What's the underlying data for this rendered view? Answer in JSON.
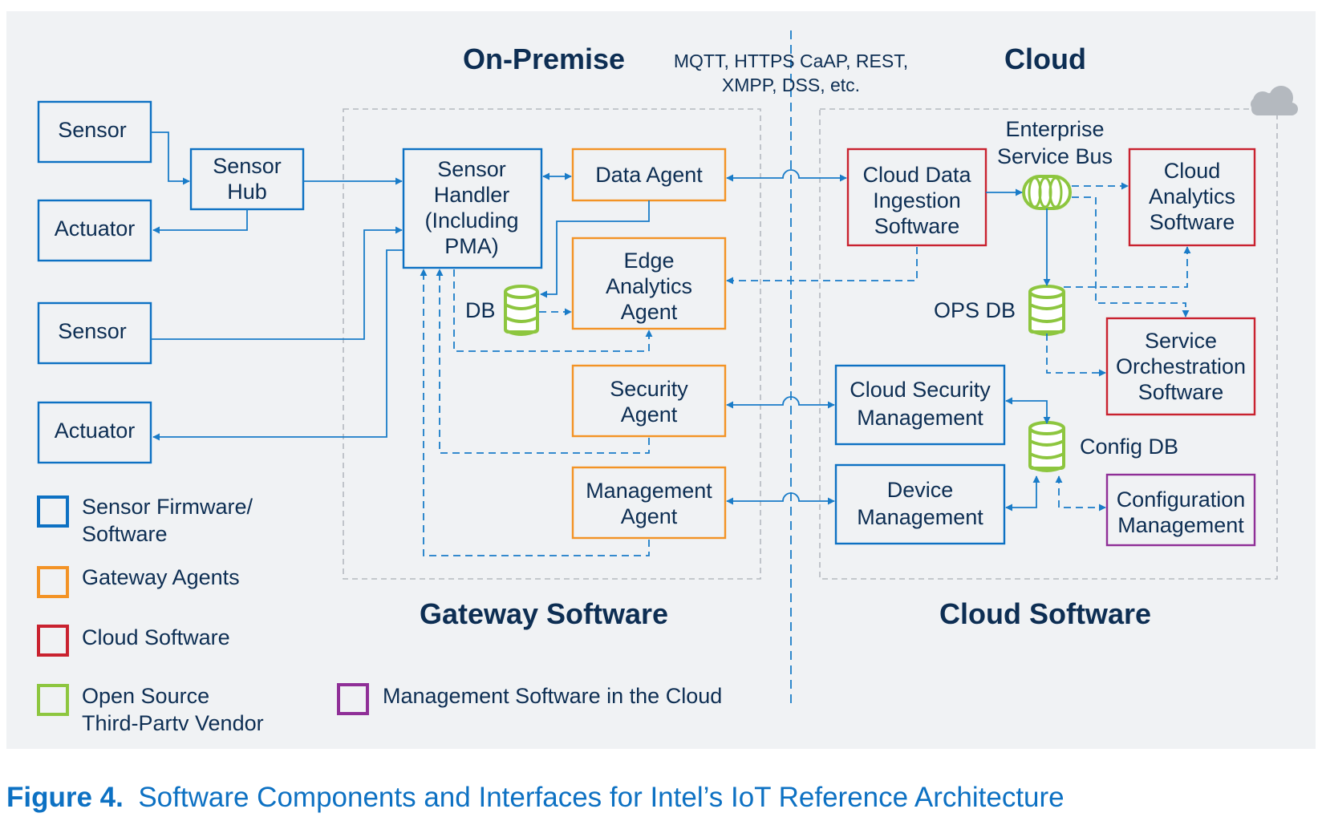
{
  "headings": {
    "on_premise": "On-Premise",
    "cloud": "Cloud",
    "protocols_line1": "MQTT, HTTPS CaAP, REST,",
    "protocols_line2": "XMPP, DSS, etc.",
    "gateway_software": "Gateway Software",
    "cloud_software": "Cloud Software"
  },
  "devices": {
    "sensor_1": "Sensor",
    "sensor_hub": [
      "Sensor",
      "Hub"
    ],
    "actuator_1": "Actuator",
    "sensor_2": "Sensor",
    "actuator_2": "Actuator"
  },
  "gateway": {
    "sensor_handler": [
      "Sensor",
      "Handler",
      "(Including",
      "PMA)"
    ],
    "data_agent": "Data Agent",
    "edge_analytics_agent": [
      "Edge",
      "Analytics",
      "Agent"
    ],
    "db_label": "DB",
    "security_agent": [
      "Security",
      "Agent"
    ],
    "management_agent": [
      "Management",
      "Agent"
    ]
  },
  "cloud": {
    "cloud_data_ingestion": [
      "Cloud Data",
      "Ingestion",
      "Software"
    ],
    "enterprise_service_bus": [
      "Enterprise",
      "Service Bus"
    ],
    "cloud_analytics": [
      "Cloud",
      "Analytics",
      "Software"
    ],
    "ops_db_label": "OPS DB",
    "service_orchestration": [
      "Service",
      "Orchestration",
      "Software"
    ],
    "cloud_security_management": [
      "Cloud Security",
      "Management"
    ],
    "config_db_label": "Config DB",
    "device_management": [
      "Device",
      "Management"
    ],
    "configuration_management": [
      "Configuration",
      "Management"
    ]
  },
  "legend": {
    "sensor_firmware": [
      "Sensor Firmware/",
      "Software"
    ],
    "gateway_agents": "Gateway Agents",
    "cloud_software": "Cloud Software",
    "open_source": [
      "Open Source",
      "Third-Partv Vendor"
    ],
    "management_cloud": "Management Software in the Cloud"
  },
  "caption": {
    "label": "Figure 4.",
    "text": "Software Components and Interfaces for Intel’s IoT Reference Architecture"
  },
  "colors": {
    "sensor_firmware": "#0d71c3",
    "gateway_agents": "#f39325",
    "cloud_software": "#c9222f",
    "open_source": "#8dc63f",
    "management_cloud": "#8f2f97",
    "text": "#0d2e53",
    "panel": "#f0f2f4"
  },
  "icons": {
    "cloud": "cloud-icon",
    "database": "database-icon",
    "service_bus": "service-bus-icon"
  }
}
